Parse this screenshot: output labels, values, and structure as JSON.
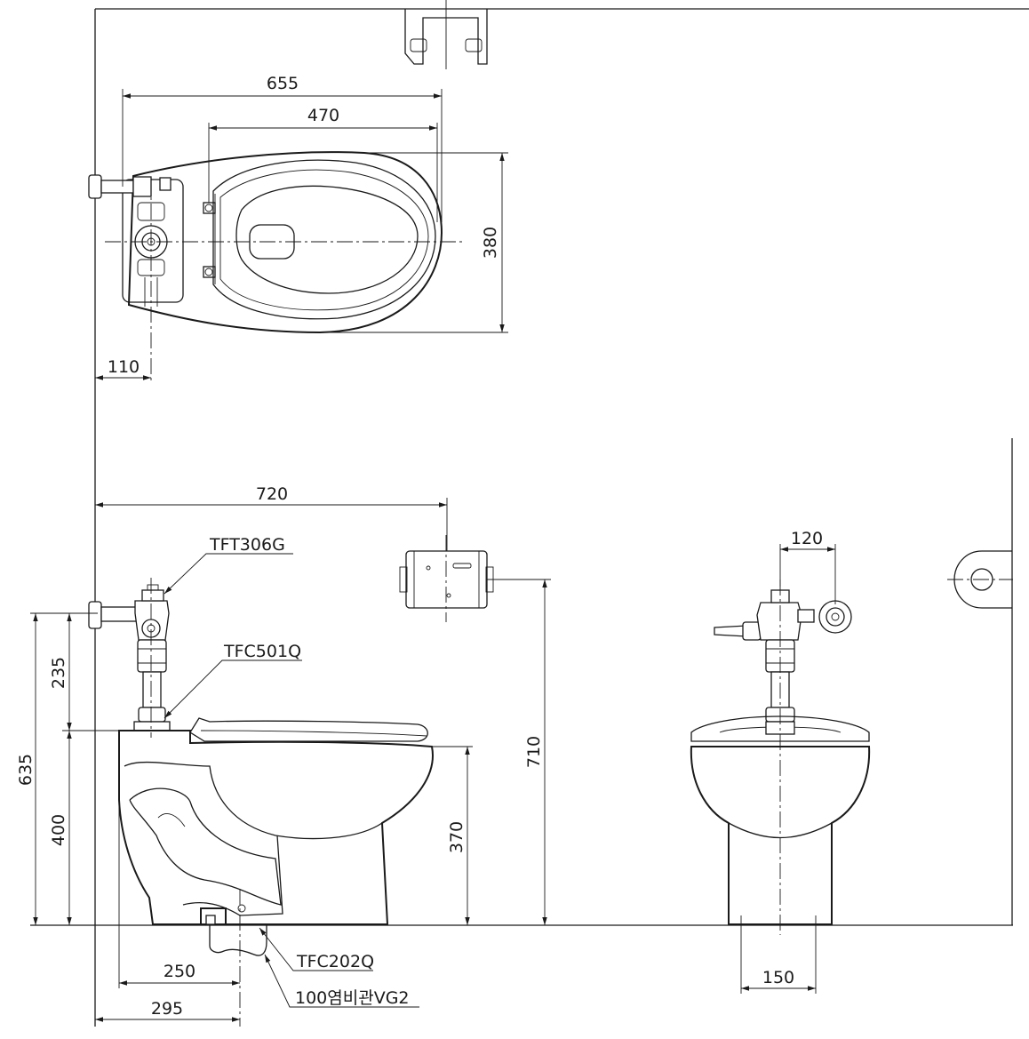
{
  "dimensions": {
    "top_view": {
      "overall_length": "655",
      "bowl_length": "470",
      "width": "380",
      "wall_offset": "110"
    },
    "side_view": {
      "overall_depth": "720",
      "valve_height": "235",
      "rim_height": "400",
      "inlet_height": "635",
      "seat_height": "370",
      "paper_holder_height": "710",
      "outlet_250": "250",
      "outlet_295": "295"
    },
    "front_view": {
      "valve_offset": "120",
      "base_width": "150"
    }
  },
  "labels": {
    "flush_valve": "TFT306G",
    "spud": "TFC501Q",
    "flange": "TFC202Q",
    "drain_pipe": "100염비관VG2"
  }
}
